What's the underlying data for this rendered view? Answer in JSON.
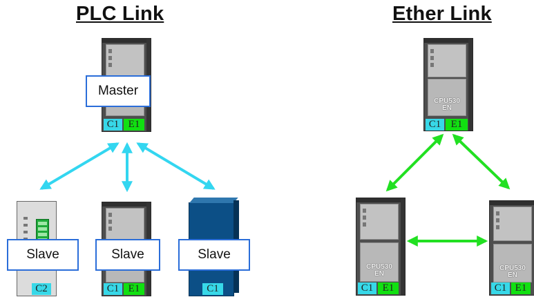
{
  "titles": {
    "left": "PLC Link",
    "right": "Ether Link"
  },
  "plc_link": {
    "master_label": "Master",
    "slave_labels": [
      "Slave",
      "Slave",
      "Slave"
    ],
    "master_ports": [
      "C1",
      "E1"
    ],
    "slave1_port": "C2",
    "slave2_ports": [
      "C1",
      "E1"
    ],
    "slave3_port": "C1",
    "arrow_color": "#33d6f0"
  },
  "ether_link": {
    "cpu_model": "CPU530",
    "cpu_variant": "EN",
    "ports": [
      "C1",
      "E1"
    ],
    "arrow_color": "#22e022"
  }
}
